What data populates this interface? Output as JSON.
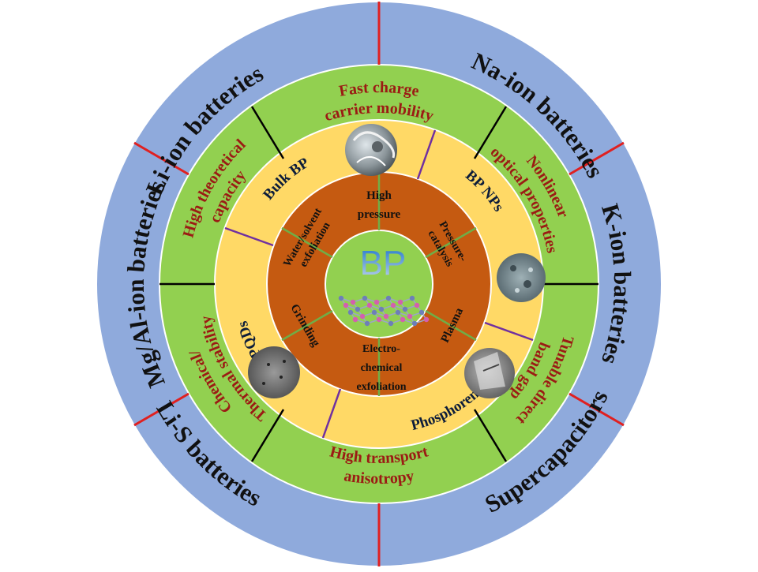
{
  "center": {
    "label": "BP",
    "colors": {
      "label_top": "#1a73c9",
      "label_bottom": "#c7d9ef",
      "fill": "#8fd05a"
    }
  },
  "synthesis_methods": [
    {
      "id": "high-pressure",
      "lines": [
        "High",
        "pressure"
      ]
    },
    {
      "id": "pressure-catalysis",
      "lines": [
        "Pressure-",
        "catalysis"
      ]
    },
    {
      "id": "plasma",
      "lines": [
        "Plasma"
      ]
    },
    {
      "id": "electrochemical-exfoliation",
      "lines": [
        "Electro-",
        "chemical",
        "exfoliation"
      ]
    },
    {
      "id": "grinding",
      "lines": [
        "Grinding"
      ]
    },
    {
      "id": "water-solvent-exfoliation",
      "lines": [
        "Water/solvent",
        "exfoliation"
      ]
    }
  ],
  "forms": [
    {
      "id": "bulk-bp",
      "label": "Bulk BP"
    },
    {
      "id": "bp-nps",
      "label": "BP NPs"
    },
    {
      "id": "phosphorene",
      "label": "Phosphorene"
    },
    {
      "id": "bpqds",
      "label": "BPQDs"
    }
  ],
  "properties": [
    {
      "id": "fast-charge",
      "lines": [
        "Fast charge",
        "carrier mobility"
      ]
    },
    {
      "id": "nonlinear-optical",
      "lines": [
        "Nonlinear",
        "optical properties"
      ]
    },
    {
      "id": "tunable-band-gap",
      "lines": [
        "Tunable direct",
        "band gap"
      ]
    },
    {
      "id": "transport-anisotropy",
      "lines": [
        "High transport",
        "anisotropy"
      ]
    },
    {
      "id": "chemical-thermal-stability",
      "lines": [
        "Chemical/",
        "Thermal stability"
      ]
    },
    {
      "id": "theoretical-capacity",
      "lines": [
        "High theoretical",
        "capacity"
      ]
    }
  ],
  "applications": [
    {
      "id": "li-ion",
      "label": "Li-ion batteries"
    },
    {
      "id": "na-ion",
      "label": "Na-ion batteries"
    },
    {
      "id": "k-ion",
      "label": "K-ion batteries"
    },
    {
      "id": "supercapacitors",
      "label": "Supercapacitors"
    },
    {
      "id": "li-s",
      "label": "Li-S batteries"
    },
    {
      "id": "mg-al-ion",
      "label": "Mg/Al-ion batteries"
    }
  ],
  "images": [
    {
      "id": "sem-bulk-bp",
      "icon": "sem-micrograph-icon"
    },
    {
      "id": "tem-bp-nps",
      "icon": "nanoparticle-micrograph-icon"
    },
    {
      "id": "tem-phosphorene",
      "icon": "nanosheet-micrograph-icon"
    },
    {
      "id": "tem-bpqds",
      "icon": "quantum-dot-micrograph-icon"
    }
  ],
  "colors": {
    "outer_ring": "#8faadc",
    "property_ring": "#92d050",
    "form_ring": "#ffd966",
    "synthesis_ring": "#c55a11",
    "center_disc": "#92d050",
    "outer_divider": "#e02020",
    "property_divider": "#000000",
    "form_divider": "#7030a0",
    "synthesis_divider": "#70ad47",
    "ring_border": "#ffffff"
  }
}
